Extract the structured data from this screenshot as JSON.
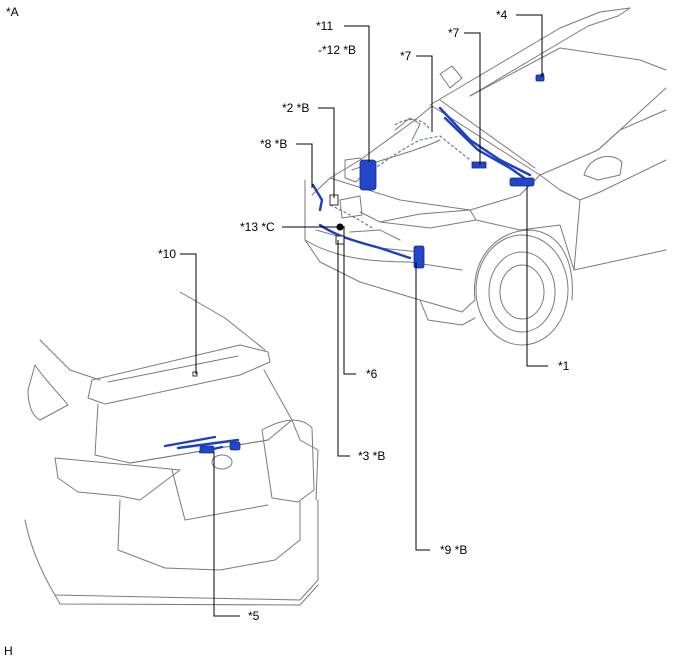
{
  "figure_tag": "*A",
  "corner_code": "H",
  "colors": {
    "harness": "#1f3fbf",
    "outline": "#7a7a7a",
    "callout_line": "#000000"
  },
  "callouts": {
    "c1": "*1",
    "c2": "*2 *B",
    "c3": "*3 *B",
    "c4": "*4",
    "c5": "*5",
    "c6": "*6",
    "c7a": "*7",
    "c7b": "*7",
    "c8": "*8 *B",
    "c9": "*9 *B",
    "c10": "*10",
    "c11": "*11",
    "c12": "-*12 *B",
    "c13": "*13 *C"
  }
}
